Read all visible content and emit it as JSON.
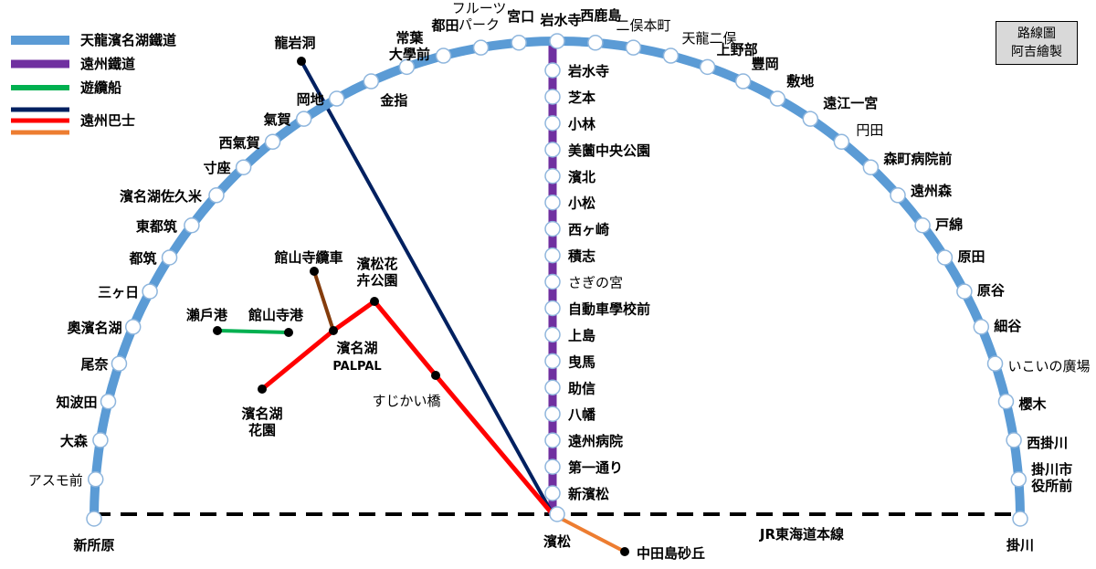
{
  "colors": {
    "tenryu": "#5b9bd5",
    "enshu": "#7030a0",
    "boat": "#00b050",
    "bus_blue": "#002060",
    "bus_red": "#ff0000",
    "bus_orange": "#ed7d31",
    "ropeway": "#843c0c",
    "jr": "#000000"
  },
  "legend": {
    "tenryu": "天龍濱名湖鐵道",
    "enshu": "遠州鐵道",
    "boat": "遊纜船",
    "bus": "遠州巴士"
  },
  "credit": {
    "line1": "路線圖",
    "line2": "阿吉繪製"
  },
  "jr_label": "JR東海道本線",
  "tenryu_stations": [
    {
      "lines": [
        "新所原"
      ],
      "anchor": "middle",
      "bold": true
    },
    {
      "lines": [
        "アスモ前"
      ],
      "anchor": "end",
      "bold": false
    },
    {
      "lines": [
        "大森"
      ],
      "anchor": "end",
      "bold": true
    },
    {
      "lines": [
        "知波田"
      ],
      "anchor": "end",
      "bold": true
    },
    {
      "lines": [
        "尾奈"
      ],
      "anchor": "end",
      "bold": true
    },
    {
      "lines": [
        "奧濱名湖"
      ],
      "anchor": "end",
      "bold": true
    },
    {
      "lines": [
        "三ヶ日"
      ],
      "anchor": "end",
      "bold": true
    },
    {
      "lines": [
        "都筑"
      ],
      "anchor": "end",
      "bold": true
    },
    {
      "lines": [
        "東都筑"
      ],
      "anchor": "end",
      "bold": true
    },
    {
      "lines": [
        "濱名湖佐久米"
      ],
      "anchor": "end",
      "bold": true
    },
    {
      "lines": [
        "寸座"
      ],
      "anchor": "end",
      "bold": true
    },
    {
      "lines": [
        "西氣賀"
      ],
      "anchor": "end",
      "bold": true
    },
    {
      "lines": [
        "氣賀"
      ],
      "anchor": "end",
      "bold": true
    },
    {
      "lines": [
        "岡地"
      ],
      "anchor": "end",
      "bold": true
    },
    {
      "lines": [
        "金指"
      ],
      "anchor": "start",
      "bold": true
    },
    {
      "lines": [
        "常葉",
        "大學前"
      ],
      "anchor": "middle",
      "bold": true
    },
    {
      "lines": [
        "都田"
      ],
      "anchor": "middle",
      "bold": true
    },
    {
      "lines": [
        "フルーツ",
        "パーク"
      ],
      "anchor": "middle",
      "bold": false
    },
    {
      "lines": [
        "宮口"
      ],
      "anchor": "middle",
      "bold": true
    },
    {
      "lines": [
        "岩水寺"
      ],
      "anchor": "middle",
      "bold": true
    },
    {
      "lines": [
        "西鹿島"
      ],
      "anchor": "middle",
      "bold": true
    },
    {
      "lines": [
        "二俣本町"
      ],
      "anchor": "middle",
      "bold": false
    },
    {
      "lines": [
        "天龍二俣"
      ],
      "anchor": "start",
      "bold": false
    },
    {
      "lines": [
        "上野部"
      ],
      "anchor": "start",
      "bold": true
    },
    {
      "lines": [
        "豐岡"
      ],
      "anchor": "start",
      "bold": true
    },
    {
      "lines": [
        "敷地"
      ],
      "anchor": "start",
      "bold": true
    },
    {
      "lines": [
        "遠江一宮"
      ],
      "anchor": "start",
      "bold": true
    },
    {
      "lines": [
        "円田"
      ],
      "anchor": "start",
      "bold": false
    },
    {
      "lines": [
        "森町病院前"
      ],
      "anchor": "start",
      "bold": true
    },
    {
      "lines": [
        "遠州森"
      ],
      "anchor": "start",
      "bold": true
    },
    {
      "lines": [
        "戸綿"
      ],
      "anchor": "start",
      "bold": true
    },
    {
      "lines": [
        "原田"
      ],
      "anchor": "start",
      "bold": true
    },
    {
      "lines": [
        "原谷"
      ],
      "anchor": "start",
      "bold": true
    },
    {
      "lines": [
        "細谷"
      ],
      "anchor": "start",
      "bold": true
    },
    {
      "lines": [
        "いこいの廣場"
      ],
      "anchor": "start",
      "bold": false
    },
    {
      "lines": [
        "櫻木"
      ],
      "anchor": "start",
      "bold": true
    },
    {
      "lines": [
        "西掛川"
      ],
      "anchor": "start",
      "bold": true
    },
    {
      "lines": [
        "掛川市",
        "役所前"
      ],
      "anchor": "start",
      "bold": true
    },
    {
      "lines": [
        "掛川"
      ],
      "anchor": "middle",
      "bold": true
    }
  ],
  "enshu_stations": [
    {
      "name": "岩水寺",
      "bold": true
    },
    {
      "name": "芝本",
      "bold": true
    },
    {
      "name": "小林",
      "bold": true
    },
    {
      "name": "美薗中央公園",
      "bold": true
    },
    {
      "name": "濱北",
      "bold": true
    },
    {
      "name": "小松",
      "bold": true
    },
    {
      "name": "西ヶ崎",
      "bold": true
    },
    {
      "name": "積志",
      "bold": true
    },
    {
      "name": "さぎの宮",
      "bold": false
    },
    {
      "name": "自動車學校前",
      "bold": true
    },
    {
      "name": "上島",
      "bold": true
    },
    {
      "name": "曳馬",
      "bold": true
    },
    {
      "name": "助信",
      "bold": true
    },
    {
      "name": "八幡",
      "bold": true
    },
    {
      "name": "遠州病院",
      "bold": true
    },
    {
      "name": "第一通り",
      "bold": true
    },
    {
      "name": "新濱松",
      "bold": true
    }
  ],
  "hamamatsu": "濱松",
  "bus_blue_end": "龍岩洞",
  "bus_orange_end": "中田島砂丘",
  "boat_stops": {
    "west": "瀨戶港",
    "east": "館山寺港"
  },
  "ropeway": "館山寺纜車",
  "red_stops": {
    "palpal": [
      "濱名湖",
      "PALPAL"
    ],
    "flower_park": [
      "濱松花",
      "卉公園"
    ],
    "hanazono": [
      "濱名湖",
      "花園"
    ],
    "sujikai": "すじかい橋"
  }
}
